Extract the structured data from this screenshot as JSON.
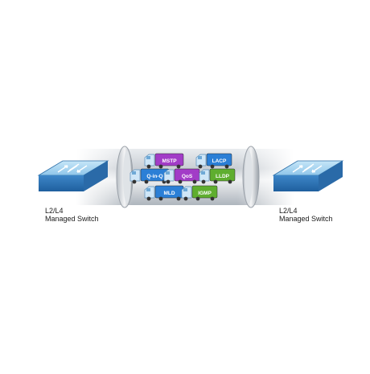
{
  "diagram": {
    "left_switch": {
      "line1": "L2/L4",
      "line2": "Managed Switch"
    },
    "right_switch": {
      "line1": "L2/L4",
      "line2": "Managed Switch"
    },
    "trucks": [
      {
        "label": "MSTP",
        "color": "#a23cc7"
      },
      {
        "label": "LACP",
        "color": "#2b7fd6"
      },
      {
        "label": "Q-in-Q",
        "color": "#2b7fd6"
      },
      {
        "label": "QoS",
        "color": "#a23cc7"
      },
      {
        "label": "LLDP",
        "color": "#5fae2f"
      },
      {
        "label": "MLD",
        "color": "#2b7fd6"
      },
      {
        "label": "IGMP",
        "color": "#5fae2f"
      }
    ],
    "colors": {
      "switch_top": "#a9d6f2",
      "switch_side": "#4f93cf",
      "tube": "#d9dde2"
    }
  }
}
